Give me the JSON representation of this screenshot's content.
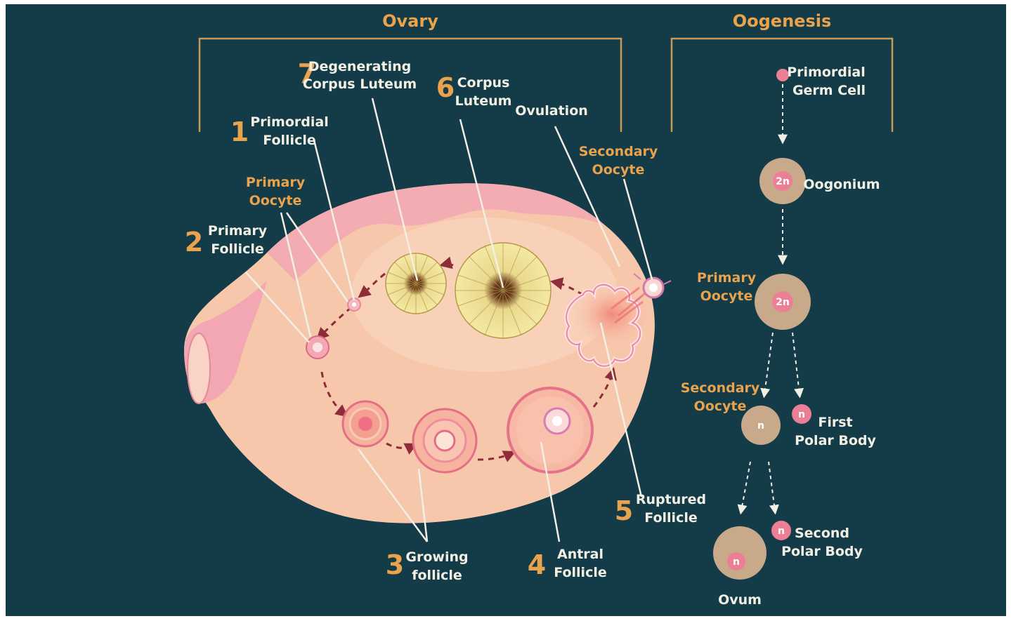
{
  "headers": {
    "ovary": "Ovary",
    "oogenesis": "Oogenesis"
  },
  "colors": {
    "background": "#133b48",
    "accent": "#e8a34c",
    "label": "#f2efe4",
    "ovary": "#f8c8ac",
    "corpus_luteum": "#f2e59a",
    "cell_outer": "#c8a98a",
    "cell_inner": "#ec7f95"
  },
  "ovary_labels": {
    "stage1": {
      "num": "1",
      "l1": "Primordial",
      "l2": "Follicle"
    },
    "stage2": {
      "num": "2",
      "l1": "Primary",
      "l2": "Follicle"
    },
    "stage3": {
      "num": "3",
      "l1": "Growing",
      "l2": "follicle"
    },
    "stage4": {
      "num": "4",
      "l1": "Antral",
      "l2": "Follicle"
    },
    "stage5": {
      "num": "5",
      "l1": "Ruptured",
      "l2": "Follicle"
    },
    "stage6": {
      "num": "6",
      "l1": "Corpus",
      "l2": "Luteum"
    },
    "stage7": {
      "num": "7",
      "l1": "Degenerating",
      "l2": "Corpus Luteum"
    },
    "primary_oocyte": {
      "l1": "Primary",
      "l2": "Oocyte"
    },
    "secondary_oocyte": {
      "l1": "Secondary",
      "l2": "Oocyte"
    },
    "ovulation": "Ovulation"
  },
  "oogenesis": {
    "primordial_germ_cell": {
      "l1": "Primordial",
      "l2": "Germ Cell"
    },
    "oogonium": {
      "label": "Oogonium",
      "ploidy": "2n"
    },
    "primary_oocyte": {
      "l1": "Primary",
      "l2": "Oocyte",
      "ploidy": "2n"
    },
    "secondary_oocyte": {
      "l1": "Secondary",
      "l2": "Oocyte",
      "ploidy": "n"
    },
    "first_polar_body": {
      "l1": "First",
      "l2": "Polar Body",
      "ploidy": "n"
    },
    "second_polar_body": {
      "l1": "Second",
      "l2": "Polar Body",
      "ploidy": "n"
    },
    "ovum": {
      "label": "Ovum",
      "ploidy": "n"
    }
  }
}
